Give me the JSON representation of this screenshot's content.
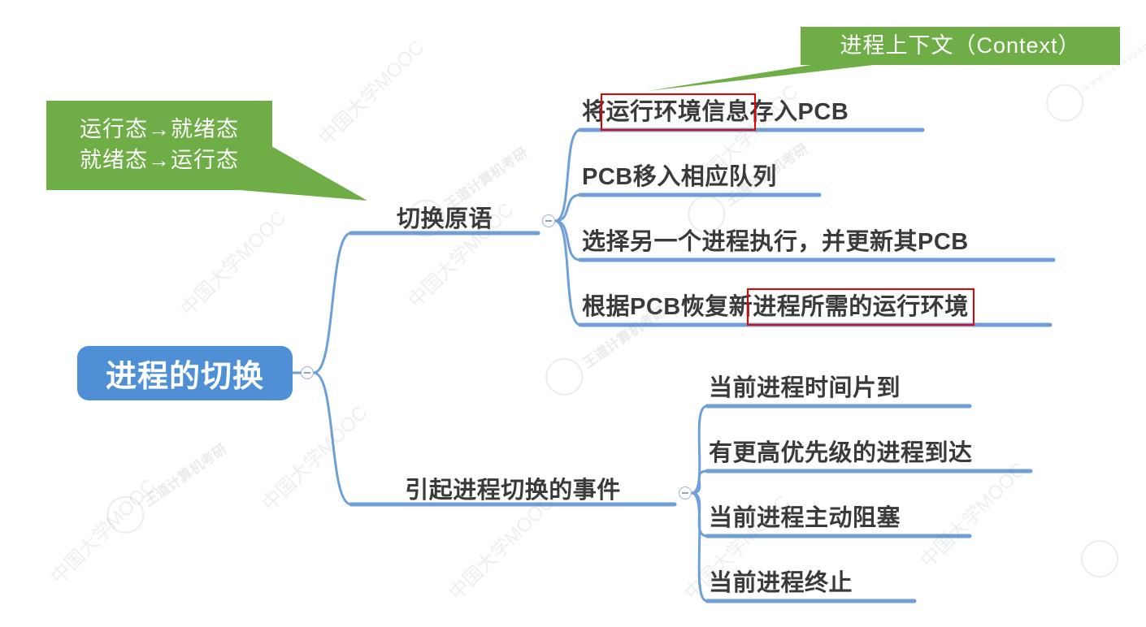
{
  "root": {
    "label": "进程的切换"
  },
  "branches": [
    {
      "label": "切换原语",
      "children": [
        {
          "prefix": "将",
          "highlight": "运行环境信息",
          "suffix": "存入PCB"
        },
        {
          "text": "PCB移入相应队列"
        },
        {
          "text": "选择另一个进程执行，并更新其PCB"
        },
        {
          "prefix": "根据PCB恢复新",
          "highlight": "进程所需的运行环境",
          "suffix": ""
        }
      ]
    },
    {
      "label": "引起进程切换的事件",
      "children": [
        {
          "text": "当前进程时间片到"
        },
        {
          "text": "有更高优先级的进程到达"
        },
        {
          "text": "当前进程主动阻塞"
        },
        {
          "text": "当前进程终止"
        }
      ]
    }
  ],
  "callouts": {
    "context": {
      "text": "进程上下文（Context）"
    },
    "state": {
      "line1": "运行态→就绪态",
      "line2": "就绪态→运行态"
    }
  },
  "colors": {
    "node_blue": "#4e8fd6",
    "line_blue": "#6f9fd8",
    "callout_green": "#6fad47",
    "highlight_red": "#e60000",
    "text": "#3a3a3a"
  },
  "watermarks": {
    "mooc": "中国大学MOOC",
    "brand": "王道计算机考研",
    "site": "www.cskaoyan.com"
  }
}
